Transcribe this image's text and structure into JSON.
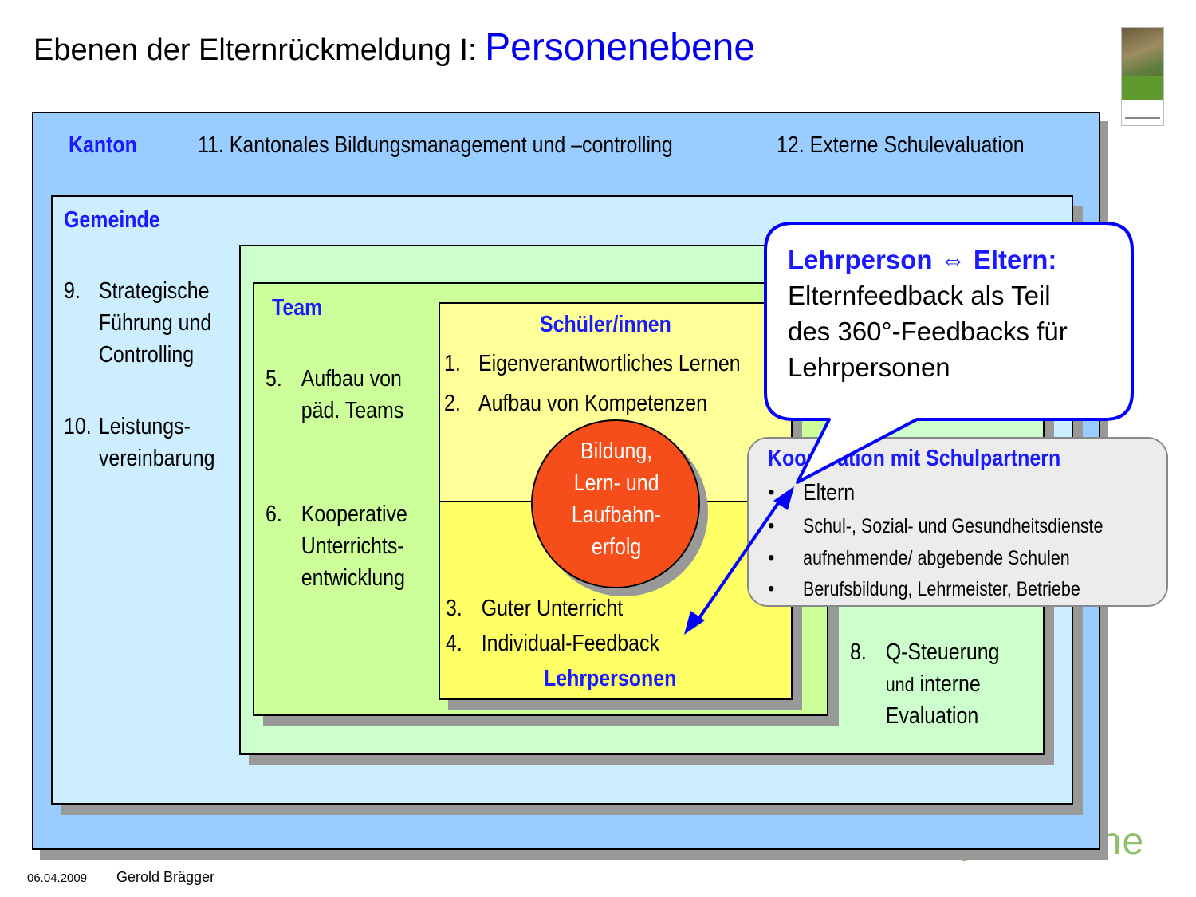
{
  "title": {
    "prefix": "Ebenen der Elternrückmeldung I: ",
    "highlight": "Personenebene"
  },
  "footer": {
    "date": "06.04.2009",
    "author": "Gerold Brägger"
  },
  "watermark": "IQES online",
  "kanton": {
    "label": "Kanton",
    "item11": "11. Kantonales Bildungsmanagement und –controlling",
    "item12": "12.  Externe Schulevaluation"
  },
  "gemeinde": {
    "label": "Gemeinde",
    "item9": {
      "num": "9.",
      "lines": [
        "Strategische",
        "Führung und",
        "Controlling"
      ]
    },
    "item10": {
      "num": "10.",
      "lines": [
        "Leistungs-",
        "vereinbarung"
      ]
    }
  },
  "schule": {
    "item8": {
      "num": "8.",
      "l1": "Q-Steuerung",
      "l2a": "und",
      "l2b": " interne",
      "l3": "Evaluation"
    }
  },
  "team": {
    "label": "Team",
    "item5": {
      "num": "5.",
      "lines": [
        "Aufbau von",
        "päd. Teams"
      ]
    },
    "item6": {
      "num": "6.",
      "lines": [
        "Kooperative",
        "Unterrichts-",
        "entwicklung"
      ]
    }
  },
  "schueler": {
    "label": "Schüler/innen",
    "item1": {
      "num": "1.",
      "text": "Eigenverantwortliches Lernen"
    },
    "item2": {
      "num": "2.",
      "text": "Aufbau von Kompetenzen"
    }
  },
  "lehrpersonen": {
    "label": "Lehrpersonen",
    "item3": {
      "num": "3.",
      "text": "Guter Unterricht"
    },
    "item4": {
      "num": "4.",
      "text": "Individual-Feedback"
    }
  },
  "center": {
    "lines": [
      "Bildung,",
      "Lern- und",
      "Laufbahn-",
      "erfolg"
    ]
  },
  "callout": {
    "title": "Lehrperson ⇔ Eltern:",
    "lines": [
      "Elternfeedback als Teil",
      "des 360°-Feedbacks für",
      "Lehrpersonen"
    ]
  },
  "kooperation": {
    "title": "Kooperation mit Schulpartnern",
    "bullets": [
      "Eltern",
      "Schul-, Sozial- und Gesundheitsdienste",
      "aufnehmende/ abgebende Schulen",
      "Berufsbildung, Lehrmeister, Betriebe"
    ]
  },
  "colors": {
    "kanton_bg": "#99ccff",
    "gemeinde_bg": "#cceeff",
    "schule_bg": "#ccffcc",
    "team_bg": "#ccff99",
    "schueler_bg": "#ffff99",
    "lehrpersonen_bg": "#ffff66",
    "center_fill": "#f54e1a",
    "header_blue": "#1a1aff",
    "title_blue": "#0000ee",
    "arrow_blue": "#0000ff"
  }
}
